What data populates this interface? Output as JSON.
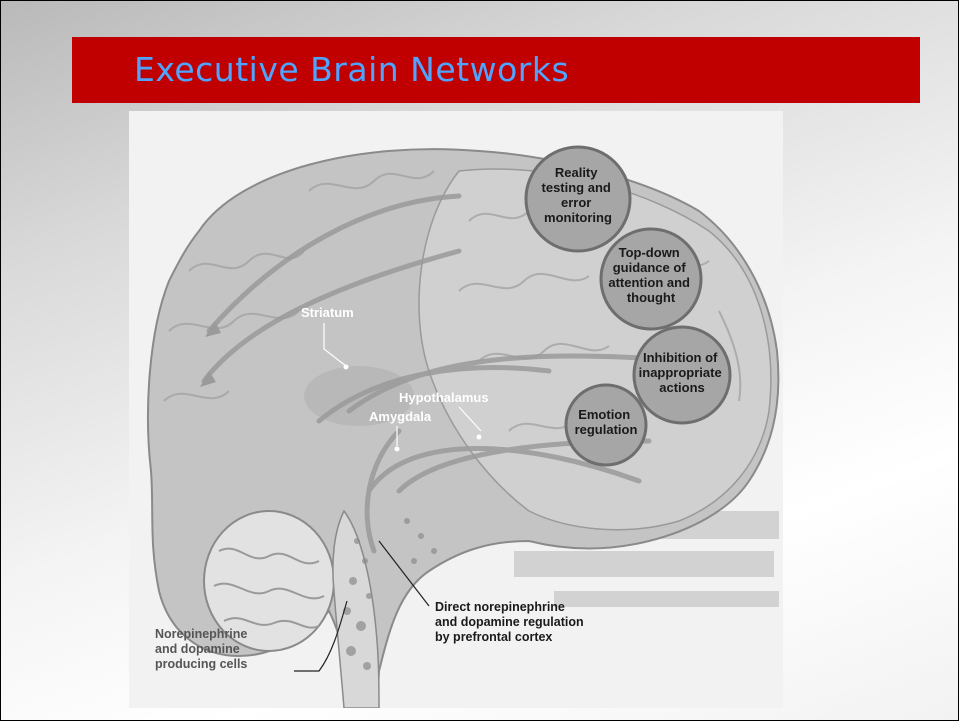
{
  "slide": {
    "title": "Executive Brain Networks"
  },
  "figure": {
    "circles": [
      {
        "lines": [
          "Reality",
          "testing and",
          "error",
          "monitoring"
        ]
      },
      {
        "lines": [
          "Top-down",
          "guidance of",
          "attention and",
          "thought"
        ]
      },
      {
        "lines": [
          "Inhibition of",
          "inappropriate",
          "actions"
        ]
      },
      {
        "lines": [
          "Emotion",
          "regulation"
        ]
      }
    ],
    "labels": {
      "striatum": "Striatum",
      "hypothalamus": "Hypothalamus",
      "amygdala": "Amygdala",
      "direct_regulation": [
        "Direct norepinephrine",
        "and dopamine regulation",
        "by prefrontal cortex"
      ],
      "producing_cells": [
        "Norepinephrine",
        "and dopamine",
        "producing cells"
      ]
    },
    "colors": {
      "title_bar": "#c00000",
      "title_text": "#4ea4ff",
      "brain": "#bdbdbd",
      "circle_fill": "#a6a6a6",
      "circle_stroke": "#6e6e6e"
    }
  }
}
